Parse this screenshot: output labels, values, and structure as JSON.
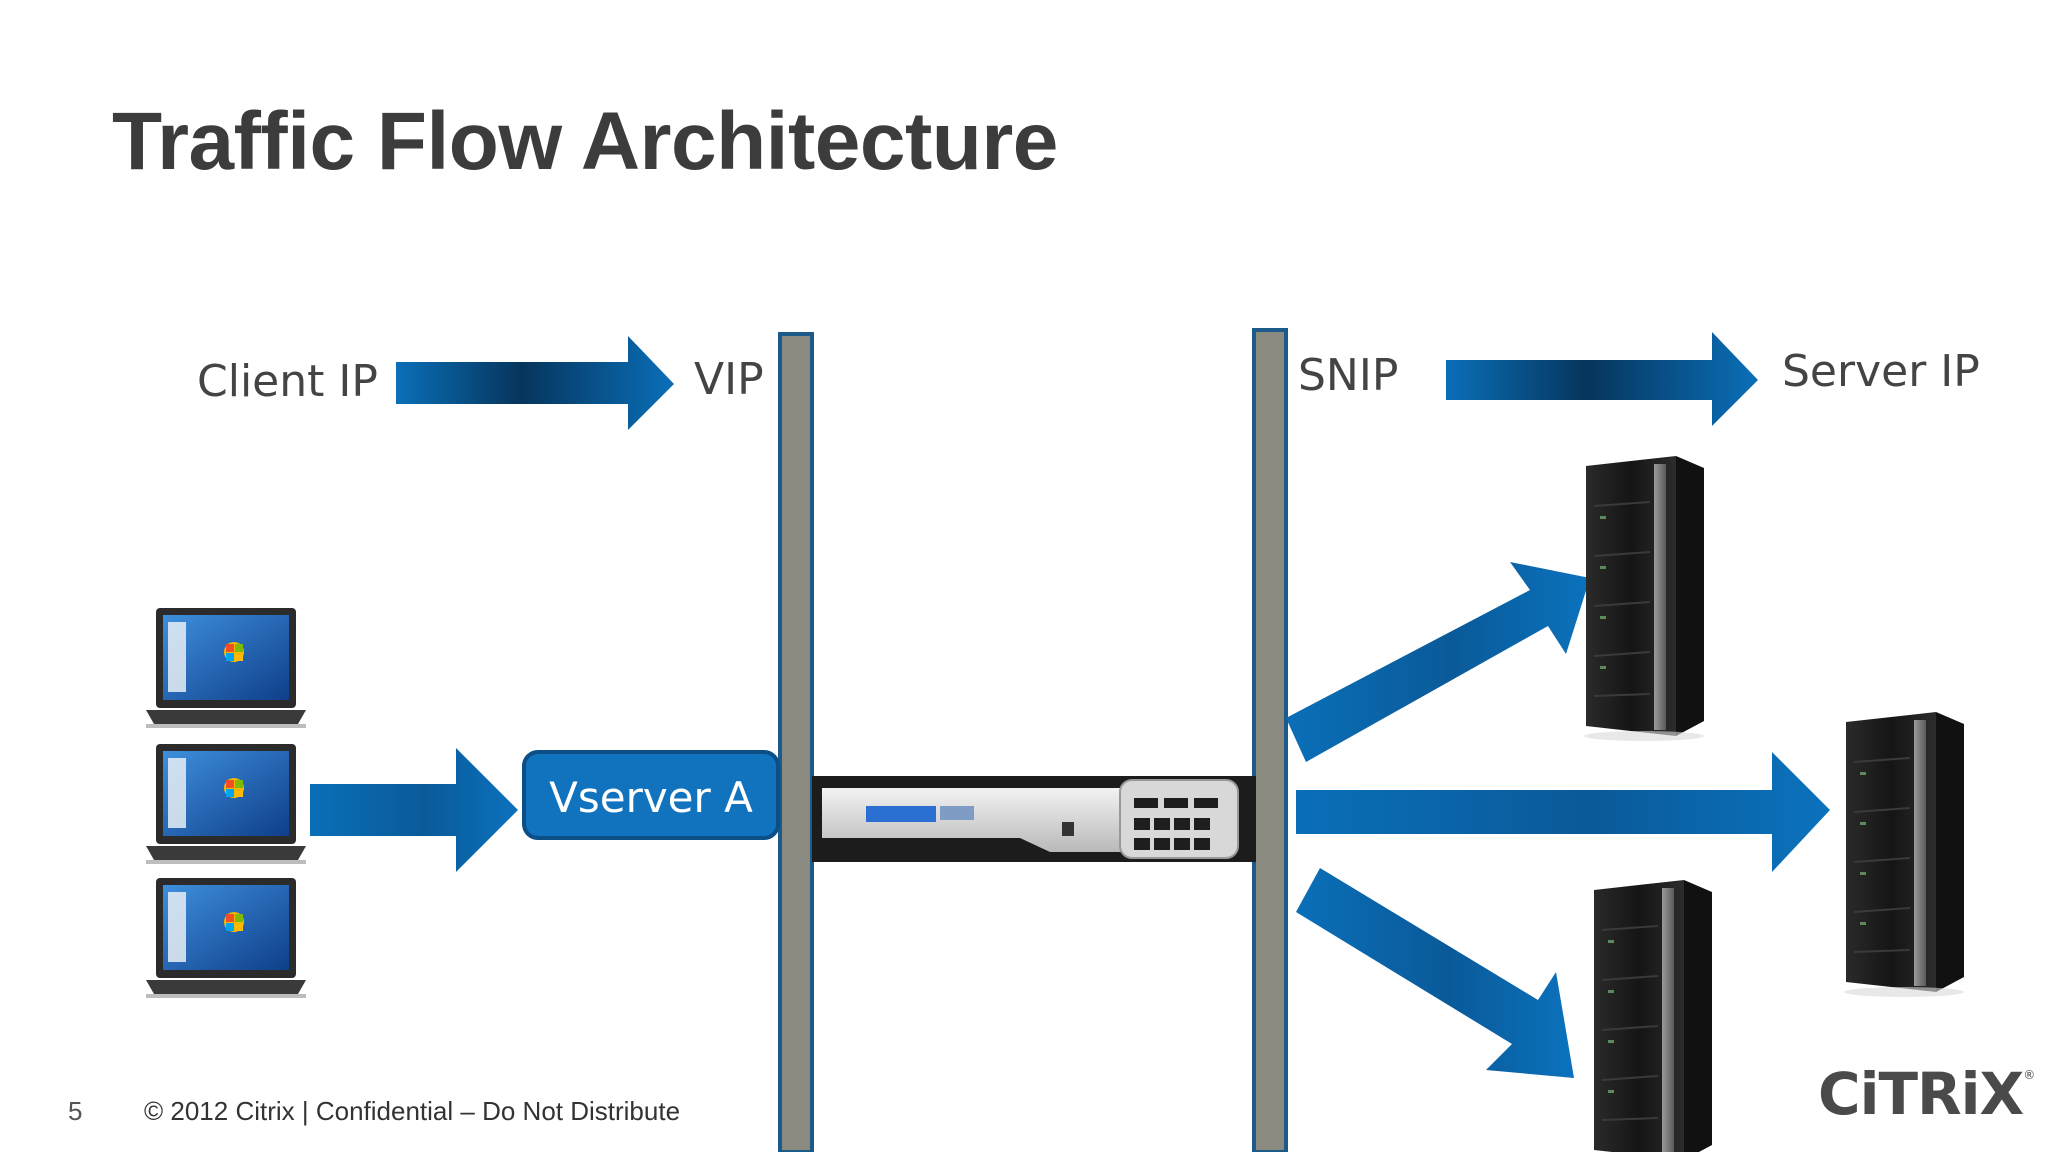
{
  "slide": {
    "title": "Traffic Flow Architecture",
    "slide_number": "5",
    "copyright": "© 2012 Citrix | Confidential – Do Not Distribute",
    "logo_text": "CiTRiX",
    "logo_mark": "®"
  },
  "labels": {
    "client_ip": "Client IP",
    "vip": "VIP",
    "snip": "SNIP",
    "server_ip": "Server IP",
    "vserver": "Vserver A"
  },
  "colors": {
    "arrow_light": "#0a6fb8",
    "arrow_dark": "#06355c",
    "wall_fill": "#8a8a80",
    "wall_border": "#1c5a8a",
    "vserver_fill": "#1173bd",
    "title_text": "#3c3c3c"
  },
  "icons": {
    "client": "laptop-icon",
    "server": "server-rack-icon",
    "appliance": "netscaler-appliance-icon"
  }
}
